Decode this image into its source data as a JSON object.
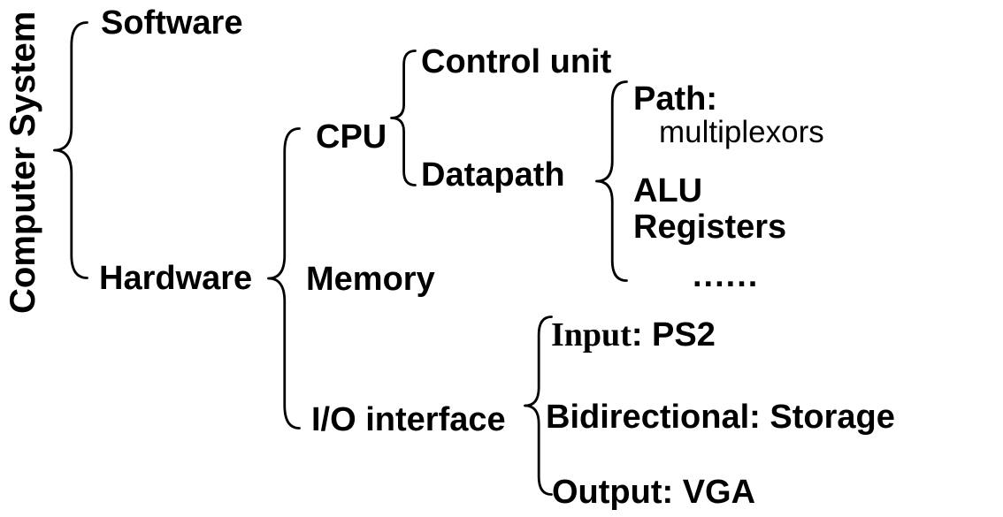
{
  "colors": {
    "text": "#000000",
    "background": "#ffffff",
    "brace": "#000000"
  },
  "hierarchy": {
    "label": "Computer System",
    "children": [
      {
        "label": "Software"
      },
      {
        "label": "Hardware",
        "children": [
          {
            "label": "CPU",
            "children": [
              {
                "label": "Control unit"
              },
              {
                "label": "Datapath",
                "children": [
                  {
                    "label": "Path:",
                    "detail": "multiplexors"
                  },
                  {
                    "label": "ALU"
                  },
                  {
                    "label": "Registers"
                  },
                  {
                    "label": "......"
                  }
                ]
              }
            ]
          },
          {
            "label": "Memory"
          },
          {
            "label": "I/O interface",
            "children": [
              {
                "label": "Input",
                "value": ": PS2"
              },
              {
                "label": "Bidirectional: Storage"
              },
              {
                "label": "Output: VGA"
              }
            ]
          }
        ]
      }
    ]
  }
}
